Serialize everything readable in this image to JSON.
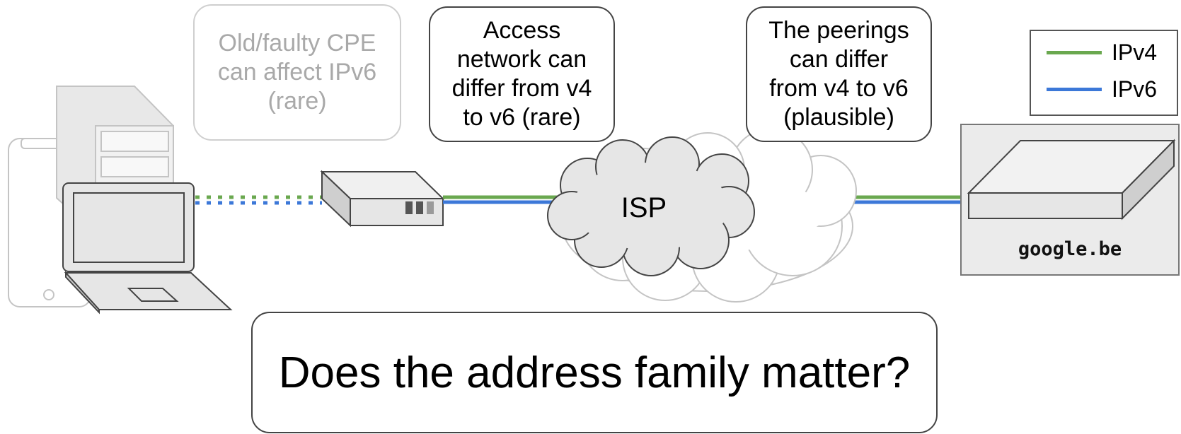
{
  "notes": {
    "cpe": "Old/faulty CPE\ncan affect IPv6\n(rare)",
    "access": "Access\nnetwork can\ndiffer from v4\nto v6 (rare)",
    "peering": "The peerings\ncan differ\nfrom v4 to v6\n(plausible)"
  },
  "isp_label": "ISP",
  "server": {
    "label": "google.be"
  },
  "legend": {
    "items": [
      {
        "label": "IPv4",
        "color": "#6aa84f"
      },
      {
        "label": "IPv6",
        "color": "#3c78d8"
      }
    ]
  },
  "question": "Does the address family matter?",
  "colors": {
    "ipv4": "#6aa84f",
    "ipv6": "#3c78d8",
    "outline": "#444444",
    "faded": "#a9a9a9",
    "device_fill": "#e6e6e6"
  },
  "icons": {
    "phone": "phone-icon",
    "desktop": "desktop-tower-icon",
    "laptop": "laptop-icon",
    "router": "cpe-router-icon",
    "cloud": "cloud-icon",
    "server": "server-icon"
  }
}
